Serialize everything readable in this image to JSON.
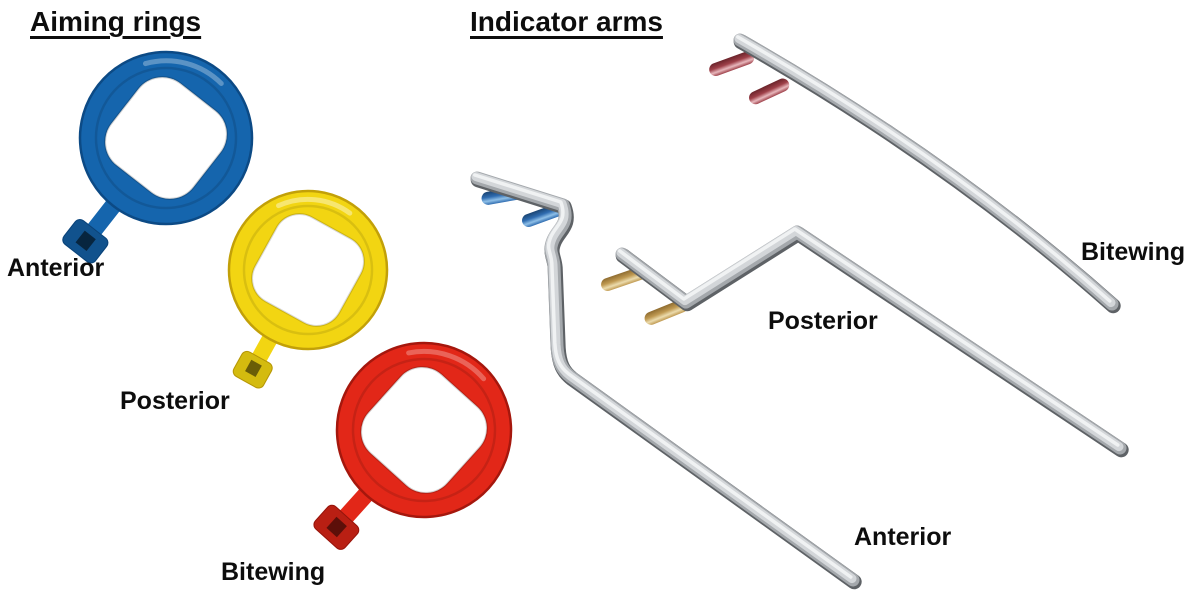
{
  "sections": {
    "aiming_rings": {
      "title": "Aiming rings",
      "rings": [
        {
          "name": "anterior",
          "label": "Anterior",
          "color": "#1565ad",
          "edge": "#0c4a85"
        },
        {
          "name": "posterior",
          "label": "Posterior",
          "color": "#f2d512",
          "edge": "#c2a008"
        },
        {
          "name": "bitewing",
          "label": "Bitewing",
          "color": "#e22718",
          "edge": "#a5170d"
        }
      ]
    },
    "indicator_arms": {
      "title": "Indicator arms",
      "arms": [
        {
          "name": "bitewing",
          "label": "Bitewing",
          "peg_color": "#9e4049",
          "peg_highlight": "#e8b8bd",
          "peg_dark": "#6b242b"
        },
        {
          "name": "posterior",
          "label": "Posterior",
          "peg_color": "#c09a52",
          "peg_highlight": "#ecdcae",
          "peg_dark": "#8f6c30"
        },
        {
          "name": "anterior",
          "label": "Anterior",
          "peg_color": "#2f6cb0",
          "peg_highlight": "#8fc0e8",
          "peg_dark": "#1a4472"
        }
      ]
    }
  },
  "colors": {
    "background": "#ffffff",
    "text": "#0d0d0d",
    "metal_dark": "#5e6266",
    "metal_mid": "#a4a8ac",
    "metal_light": "#d3d6d9",
    "metal_highlight": "#f0f2f3"
  }
}
